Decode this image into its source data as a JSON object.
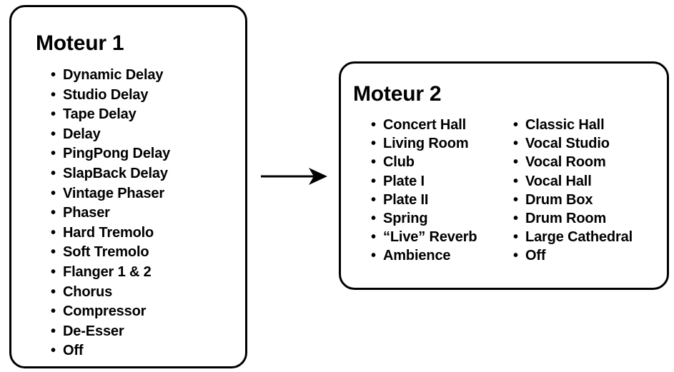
{
  "diagram": {
    "type": "flow-diagram",
    "title": "",
    "accent_color": "#000000",
    "background_color": "#ffffff",
    "nodes": [
      {
        "id": "moteur1",
        "title": "Moteur 1",
        "columns": [
          {
            "items": [
              "Dynamic Delay",
              "Studio Delay",
              "Tape Delay",
              "Delay",
              "PingPong Delay",
              "SlapBack Delay",
              "Vintage Phaser",
              "Phaser",
              "Hard Tremolo",
              "Soft Tremolo",
              "Flanger 1 & 2",
              "Chorus",
              "Compressor",
              "De-Esser",
              "Off"
            ]
          }
        ]
      },
      {
        "id": "moteur2",
        "title": "Moteur 2",
        "columns": [
          {
            "items": [
              "Concert Hall",
              "Living Room",
              "Club",
              "Plate I",
              "Plate II",
              "Spring",
              "“Live” Reverb",
              "Ambience"
            ]
          },
          {
            "items": [
              "Classic Hall",
              "Vocal Studio",
              "Vocal Room",
              "Vocal Hall",
              "Drum Box",
              "Drum Room",
              "Large Cathedral",
              "Off"
            ]
          }
        ]
      }
    ],
    "connectors": [
      {
        "id": "moteur1-to-moteur2",
        "from": "moteur1",
        "to": "moteur2",
        "label": "",
        "style": "solid",
        "arrowhead": "filled-triangle",
        "direction": "right"
      }
    ]
  }
}
